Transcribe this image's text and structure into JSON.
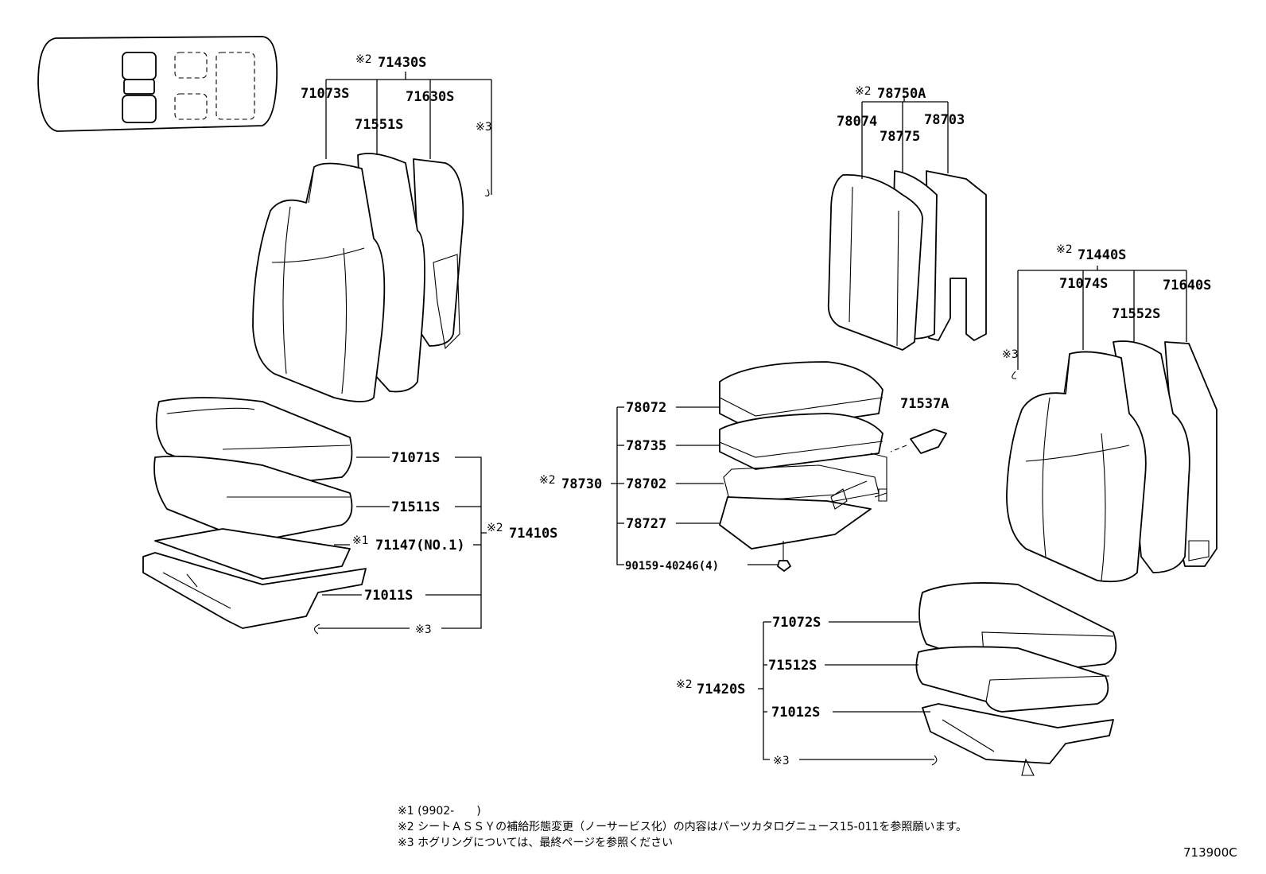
{
  "labels": {
    "l71430": "71430S",
    "l71073": "71073S",
    "l71630": "71630S",
    "l71551": "71551S",
    "l78750": "78750A",
    "l78074": "78074",
    "l78703": "78703",
    "l78775": "78775",
    "l71440": "71440S",
    "l71074": "71074S",
    "l71640": "71640S",
    "l71552": "71552S",
    "l71071": "71071S",
    "l71511": "71511S",
    "l71147": "71147(NO.1)",
    "l71011": "71011S",
    "l71410": "71410S",
    "l78072": "78072",
    "l78735": "78735",
    "l78730": "78730",
    "l78702": "78702",
    "l78727": "78727",
    "l90159": "90159-40246(4)",
    "l71537": "71537A",
    "l71072": "71072S",
    "l71512": "71512S",
    "l71420": "71420S",
    "l71012": "71012S"
  },
  "marks": {
    "m1": "※1",
    "m2": "※2",
    "m3": "※3"
  },
  "notes": {
    "n1": "※1 (9902-　　)",
    "n2": "※2 シートＡＳＳＹの補給形態変更（ノーサービス化）の内容はパーツカタログニュース15-011を参照願います。",
    "n3": "※3 ホグリングについては、最終ページを参照ください"
  },
  "figure_code": "713900C"
}
